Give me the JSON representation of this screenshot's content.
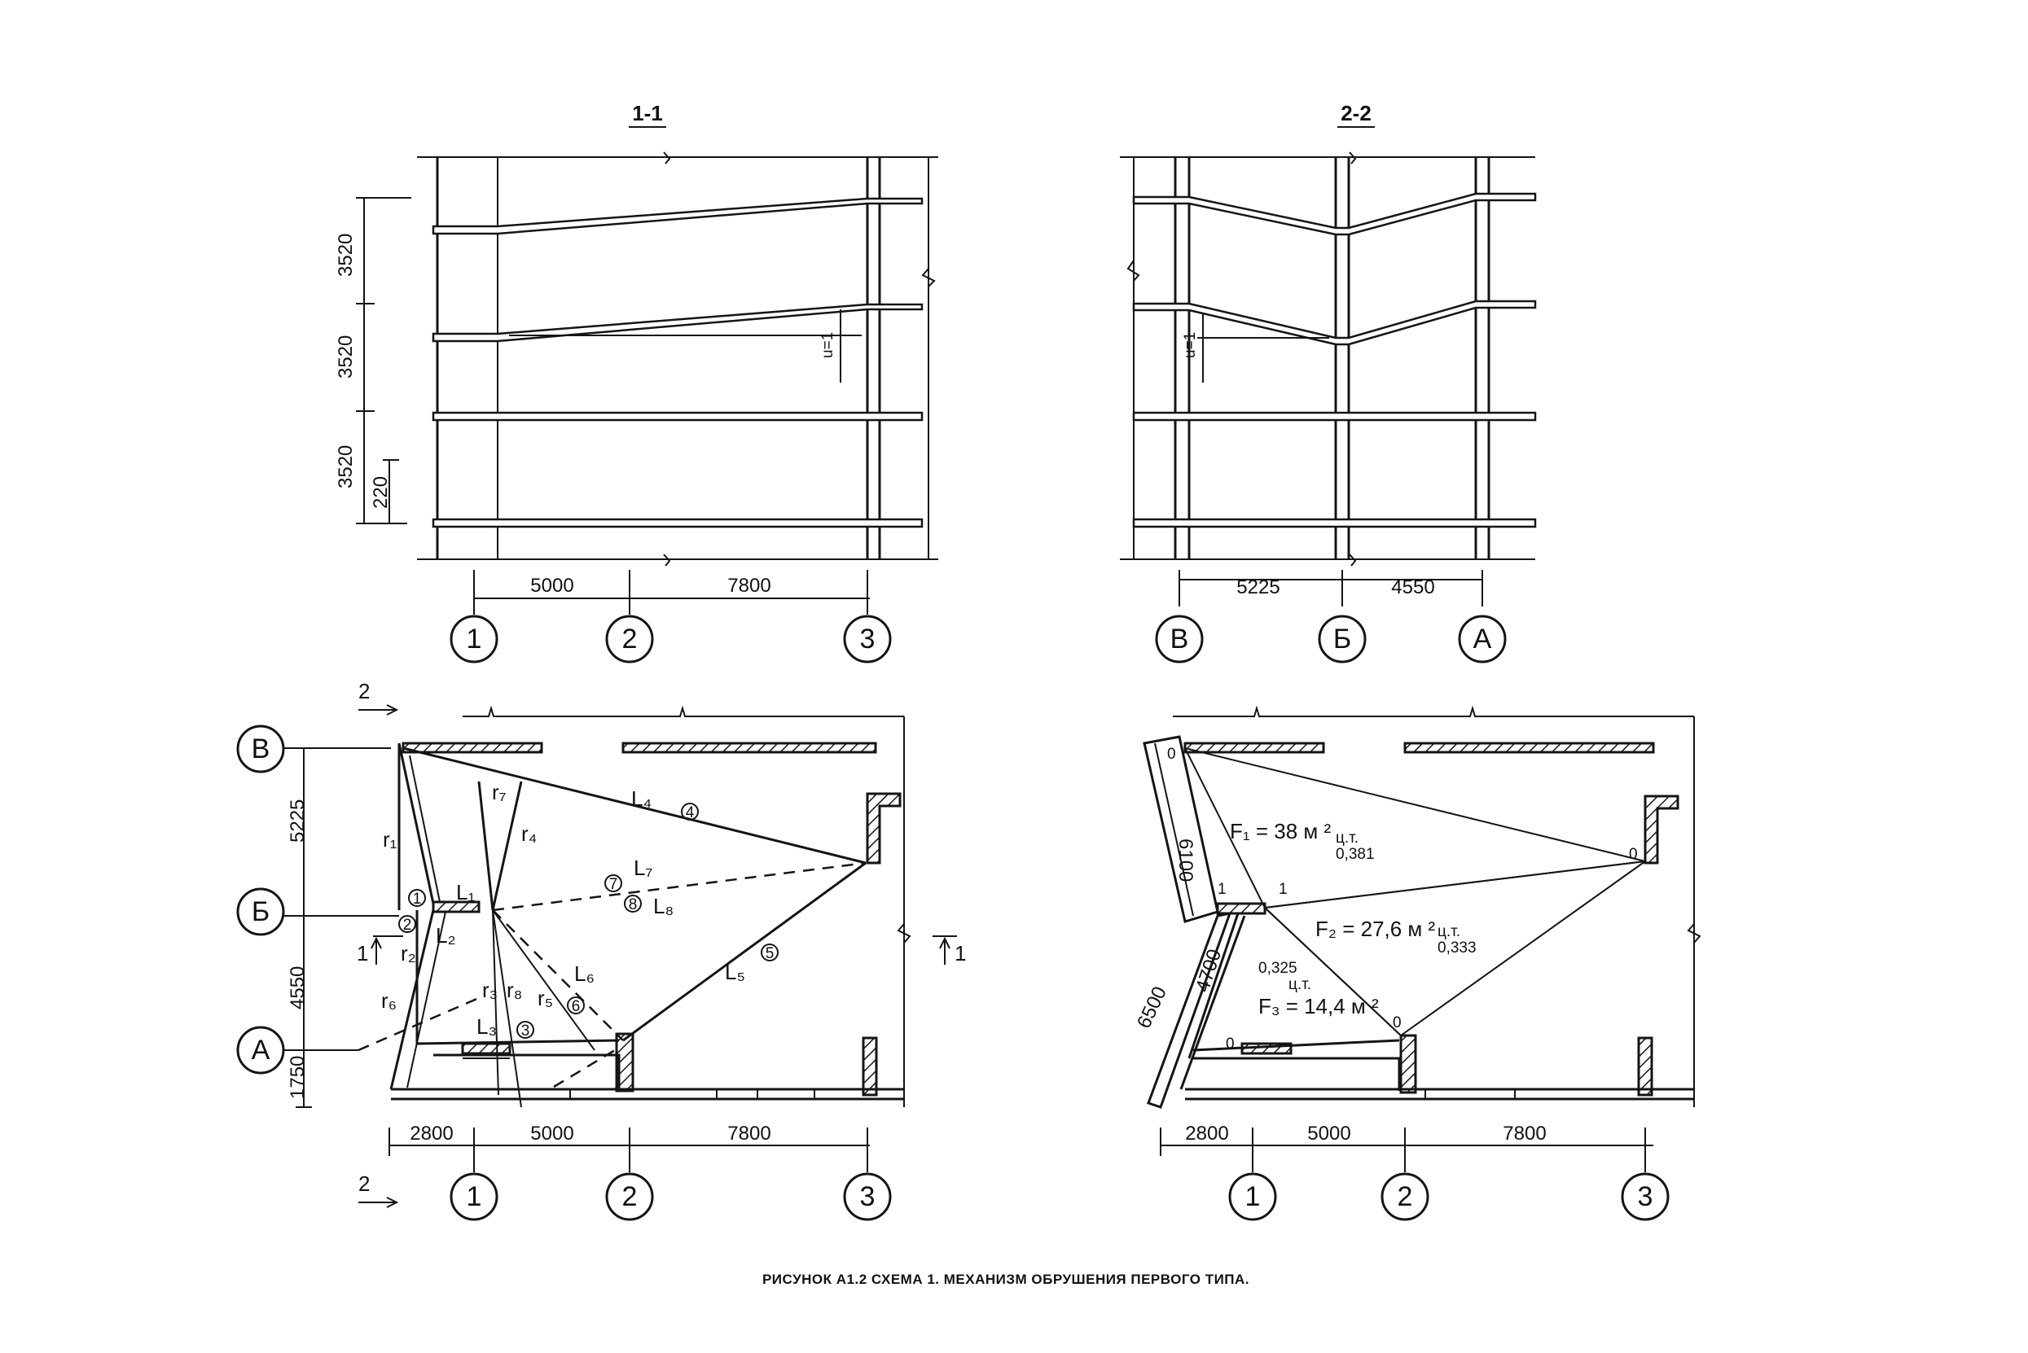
{
  "sections": {
    "s11": {
      "title": "1-1",
      "dims": {
        "h1": "3520",
        "h2": "3520",
        "h3": "3520",
        "h4": "220",
        "w1": "5000",
        "w2": "7800"
      },
      "deflection": "u=1",
      "axes": [
        "1",
        "2",
        "3"
      ]
    },
    "s22": {
      "title": "2-2",
      "dims": {
        "w1": "5225",
        "w2": "4550"
      },
      "deflection": "u=1",
      "axes": [
        "В",
        "Б",
        "А"
      ]
    }
  },
  "plan_left": {
    "row_axes": [
      "В",
      "Б",
      "А"
    ],
    "col_axes": [
      "1",
      "2",
      "3"
    ],
    "row_dims": [
      "5225",
      "4550",
      "1750"
    ],
    "col_dims": [
      "2800",
      "5000",
      "7800"
    ],
    "cut_marks": {
      "top": "2",
      "bottom": "2",
      "left": "1",
      "right": "1"
    },
    "labels": {
      "L1": "L₁",
      "L2": "L₂",
      "L3": "L₃",
      "L4": "L₄",
      "L5": "L₅",
      "L6": "L₆",
      "L7": "L₇",
      "L8": "L₈",
      "r1": "r₁",
      "r2": "r₂",
      "r3": "r₃",
      "r4": "r₄",
      "r5": "r₅",
      "r6": "r₆",
      "r7": "r₇",
      "r8": "r₈",
      "n1": "1",
      "n2": "2",
      "n3": "3",
      "n4": "4",
      "n5": "5",
      "n6": "6",
      "n7": "7",
      "n8": "8"
    }
  },
  "plan_right": {
    "col_axes": [
      "1",
      "2",
      "3"
    ],
    "col_dims": [
      "2800",
      "5000",
      "7800"
    ],
    "lengths": {
      "a": "6100",
      "b": "6500",
      "c": "4700"
    },
    "areas": {
      "F1": "F₁ = 38 м ²",
      "F2": "F₂ = 27,6 м ²",
      "F3": "F₃ = 14,4 м ²",
      "ct1": "0,381",
      "ct2": "0,333",
      "ct3": "0,325",
      "ct_label": "ц.т."
    },
    "points": {
      "zero": "0",
      "one": "1"
    }
  },
  "caption": "РИСУНОК А1.2 СХЕМА 1.   МЕХАНИЗМ ОБРУШЕНИЯ ПЕРВОГО ТИПА."
}
